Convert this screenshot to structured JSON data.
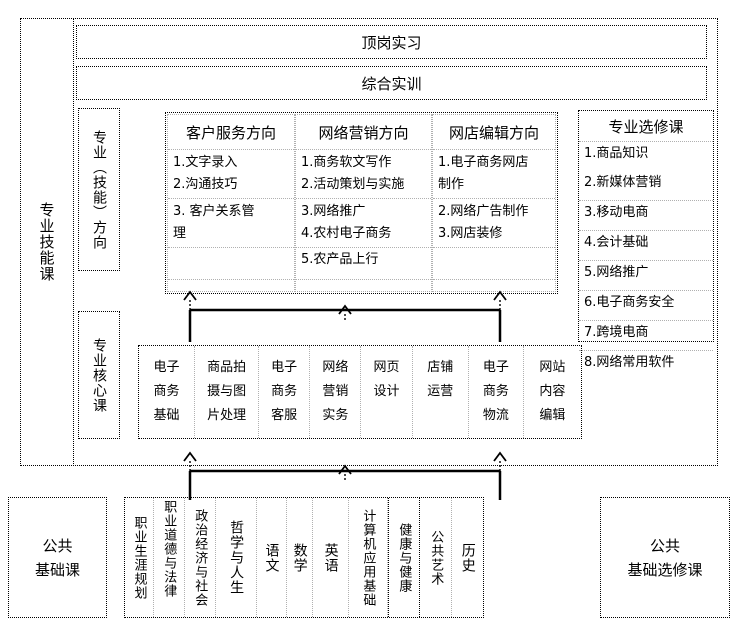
{
  "diagram": {
    "title_internship": "顶岗实习",
    "title_comprehensive": "综合实训",
    "left_outer_label": "专业技能课",
    "left_direction_label": "专业（技能）方向",
    "left_core_label": "专业核心课",
    "public_basic_label": "公共\n基础课",
    "public_basic_label_line1": "公共",
    "public_basic_label_line2": "基础课",
    "public_elective_label_line1": "公共",
    "public_elective_label_line2": "基础选修课"
  },
  "directions": [
    {
      "header": "客户服务方向",
      "items": [
        "1.文字录入",
        "2.沟通技巧",
        "3. 客户关系管",
        "理",
        "",
        ""
      ]
    },
    {
      "header": "网络营销方向",
      "items": [
        "1.商务软文写作",
        "2.活动策划与实施",
        "3.网络推广",
        "4.农村电子商务",
        "5.农产品上行",
        ""
      ]
    },
    {
      "header": "网店编辑方向",
      "items": [
        "1.电子商务网店",
        "制作",
        "2.网络广告制作",
        "3.网店装修",
        "",
        ""
      ]
    }
  ],
  "professional_electives": {
    "header": "专业选修课",
    "items": [
      "1.商品知识",
      "2.新媒体营销",
      "3.移动电商",
      "4.会计基础",
      "5.网络推广",
      "6.电子商务安全",
      "7.跨境电商",
      "8.网络常用软件"
    ]
  },
  "core_courses": [
    "电子商务基础",
    "商品拍摄与图片处理",
    "电子商务客服",
    "网络营销实务",
    "网页设计",
    "店铺运营",
    "电子商务物流",
    "网站内容编辑"
  ],
  "public_courses": [
    "职业生涯规划",
    "职业道德与法律",
    "政治经济与社会",
    "哲学与人生",
    "语文",
    "数学",
    "英语",
    "计算机应用基础",
    "健康与健康",
    "公共艺术",
    "历史"
  ]
}
